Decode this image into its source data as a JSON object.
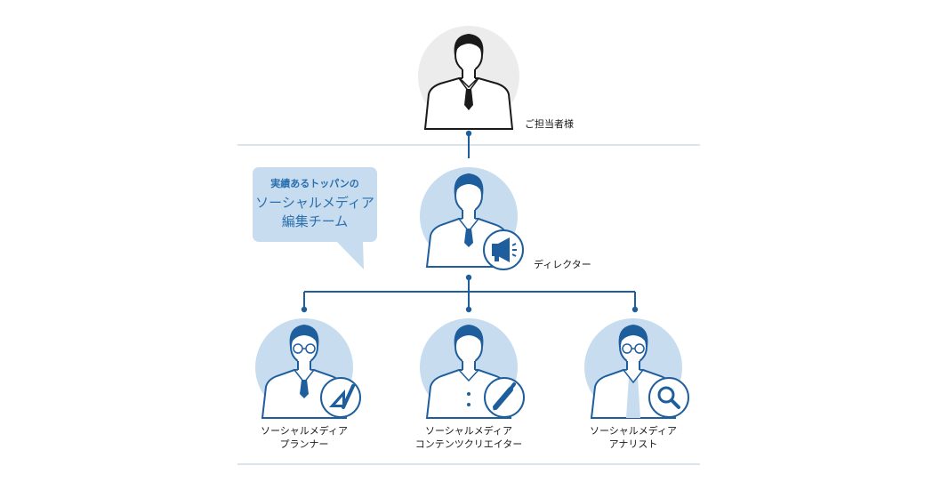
{
  "client": {
    "label": "ご担当者様"
  },
  "team_bubble": {
    "line1": "実績あるトッパンの",
    "line2": "ソーシャルメディア",
    "line3": "編集チーム"
  },
  "director": {
    "label": "ディレクター"
  },
  "members": [
    {
      "line1": "ソーシャルメディア",
      "line2": "プランナー",
      "icon": "ruler-pen-icon"
    },
    {
      "line1": "ソーシャルメディア",
      "line2": "コンテンツクリエイター",
      "icon": "pen-icon"
    },
    {
      "line1": "ソーシャルメディア",
      "line2": "アナリスト",
      "icon": "magnifier-icon"
    }
  ],
  "colors": {
    "accent": "#2a6fb0",
    "line": "#1f5e9c",
    "circle_team": "#c7dcee",
    "circle_client": "#ececec",
    "divider": "#cfdce8"
  }
}
